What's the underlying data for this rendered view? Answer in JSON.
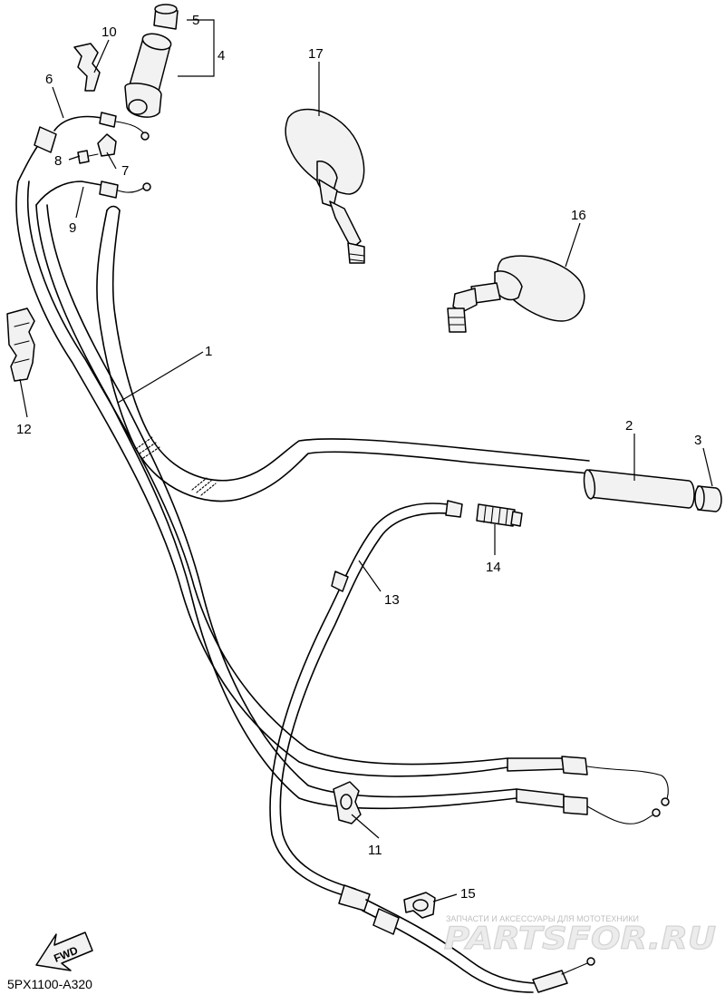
{
  "diagram": {
    "part_code": "5PX1100-A320",
    "direction_label": "FWD",
    "watermark": {
      "caption": "ЗАПЧАСТИ И АКСЕССУАРЫ ДЛЯ МОТОТЕХНИКИ",
      "logo": "PARTSFOR.RU"
    },
    "callouts": [
      "1",
      "2",
      "3",
      "4",
      "5",
      "6",
      "7",
      "8",
      "9",
      "10",
      "11",
      "12",
      "13",
      "14",
      "15",
      "16",
      "17"
    ]
  }
}
